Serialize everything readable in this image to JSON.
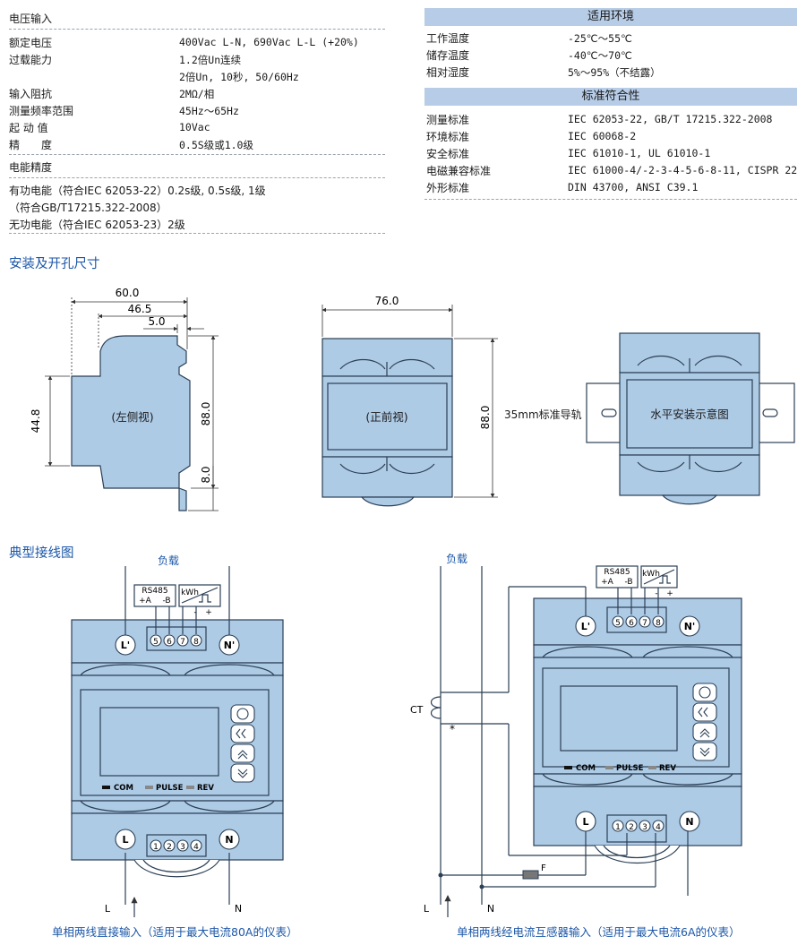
{
  "left_specs": {
    "voltage_title": "电压输入",
    "rows": [
      {
        "label": "额定电压",
        "value": "400Vac L-N, 690Vac L-L (+20%)"
      },
      {
        "label": "过载能力",
        "value": "1.2倍Un连续"
      },
      {
        "label": "",
        "value": "2倍Un, 10秒, 50/60Hz"
      },
      {
        "label": "输入阻抗",
        "value": "2MΩ/相"
      },
      {
        "label": "测量频率范围",
        "value": "45Hz～65Hz"
      },
      {
        "label": "起 动 值",
        "value": "10Vac"
      },
      {
        "label": "精　　度",
        "value": "0.5S级或1.0级"
      }
    ],
    "energy_title": "电能精度",
    "energy_lines": [
      "有功电能（符合IEC 62053-22）0.2s级, 0.5s级, 1级",
      "（符合GB/T17215.322-2008）",
      "无功电能（符合IEC 62053-23）2级"
    ]
  },
  "right_specs": {
    "env_title": "适用环境",
    "env_rows": [
      {
        "label": "工作温度",
        "value": "-25℃～55℃"
      },
      {
        "label": "储存温度",
        "value": "-40℃～70℃"
      },
      {
        "label": "相对湿度",
        "value": "5%～95%（不结露）"
      }
    ],
    "std_title": "标准符合性",
    "std_rows": [
      {
        "label": "测量标准",
        "value": "IEC 62053-22, GB/T 17215.322-2008"
      },
      {
        "label": "环境标准",
        "value": "IEC 60068-2"
      },
      {
        "label": "安全标准",
        "value": "IEC 61010-1, UL 61010-1"
      },
      {
        "label": "电磁兼容标准",
        "value": "IEC 61000-4/-2-3-4-5-6-8-11, CISPR 22"
      },
      {
        "label": "外形标准",
        "value": "DIN 43700, ANSI C39.1"
      }
    ]
  },
  "install": {
    "title": "安装及开孔尺寸",
    "side_label": "(左侧视)",
    "front_label": "(正前视)",
    "rail_label": "35mm标准导轨",
    "horizontal_label": "水平安装示意图",
    "dims": {
      "w60": "60.0",
      "w46": "46.5",
      "w5": "5.0",
      "h44": "44.8",
      "h88": "88.0",
      "h8": "8.0",
      "w76": "76.0",
      "h88b": "88.0"
    }
  },
  "wiring": {
    "title": "典型接线图",
    "load": "负载",
    "rs485": "RS485",
    "rs_a": "+A",
    "rs_b": "-B",
    "kwh": "kWh",
    "minus": "-",
    "plus": "+",
    "t_top": [
      "5",
      "6",
      "7",
      "8"
    ],
    "t_bot": [
      "1",
      "2",
      "3",
      "4"
    ],
    "L": "L",
    "N": "N",
    "Lp": "L'",
    "Np": "N'",
    "com": "COM",
    "pulse": "PULSE",
    "rev": "REV",
    "ct": "CT",
    "star": "*",
    "fuse": "F",
    "caption_left": "单相两线直接输入（适用于最大电流80A的仪表）",
    "caption_right": "单相两线经电流互感器输入（适用于最大电流6A的仪表）"
  },
  "colors": {
    "meter": "#aecbe6",
    "outline": "#2b3f55",
    "header": "#b7cce6",
    "accent": "#1c57a8"
  }
}
